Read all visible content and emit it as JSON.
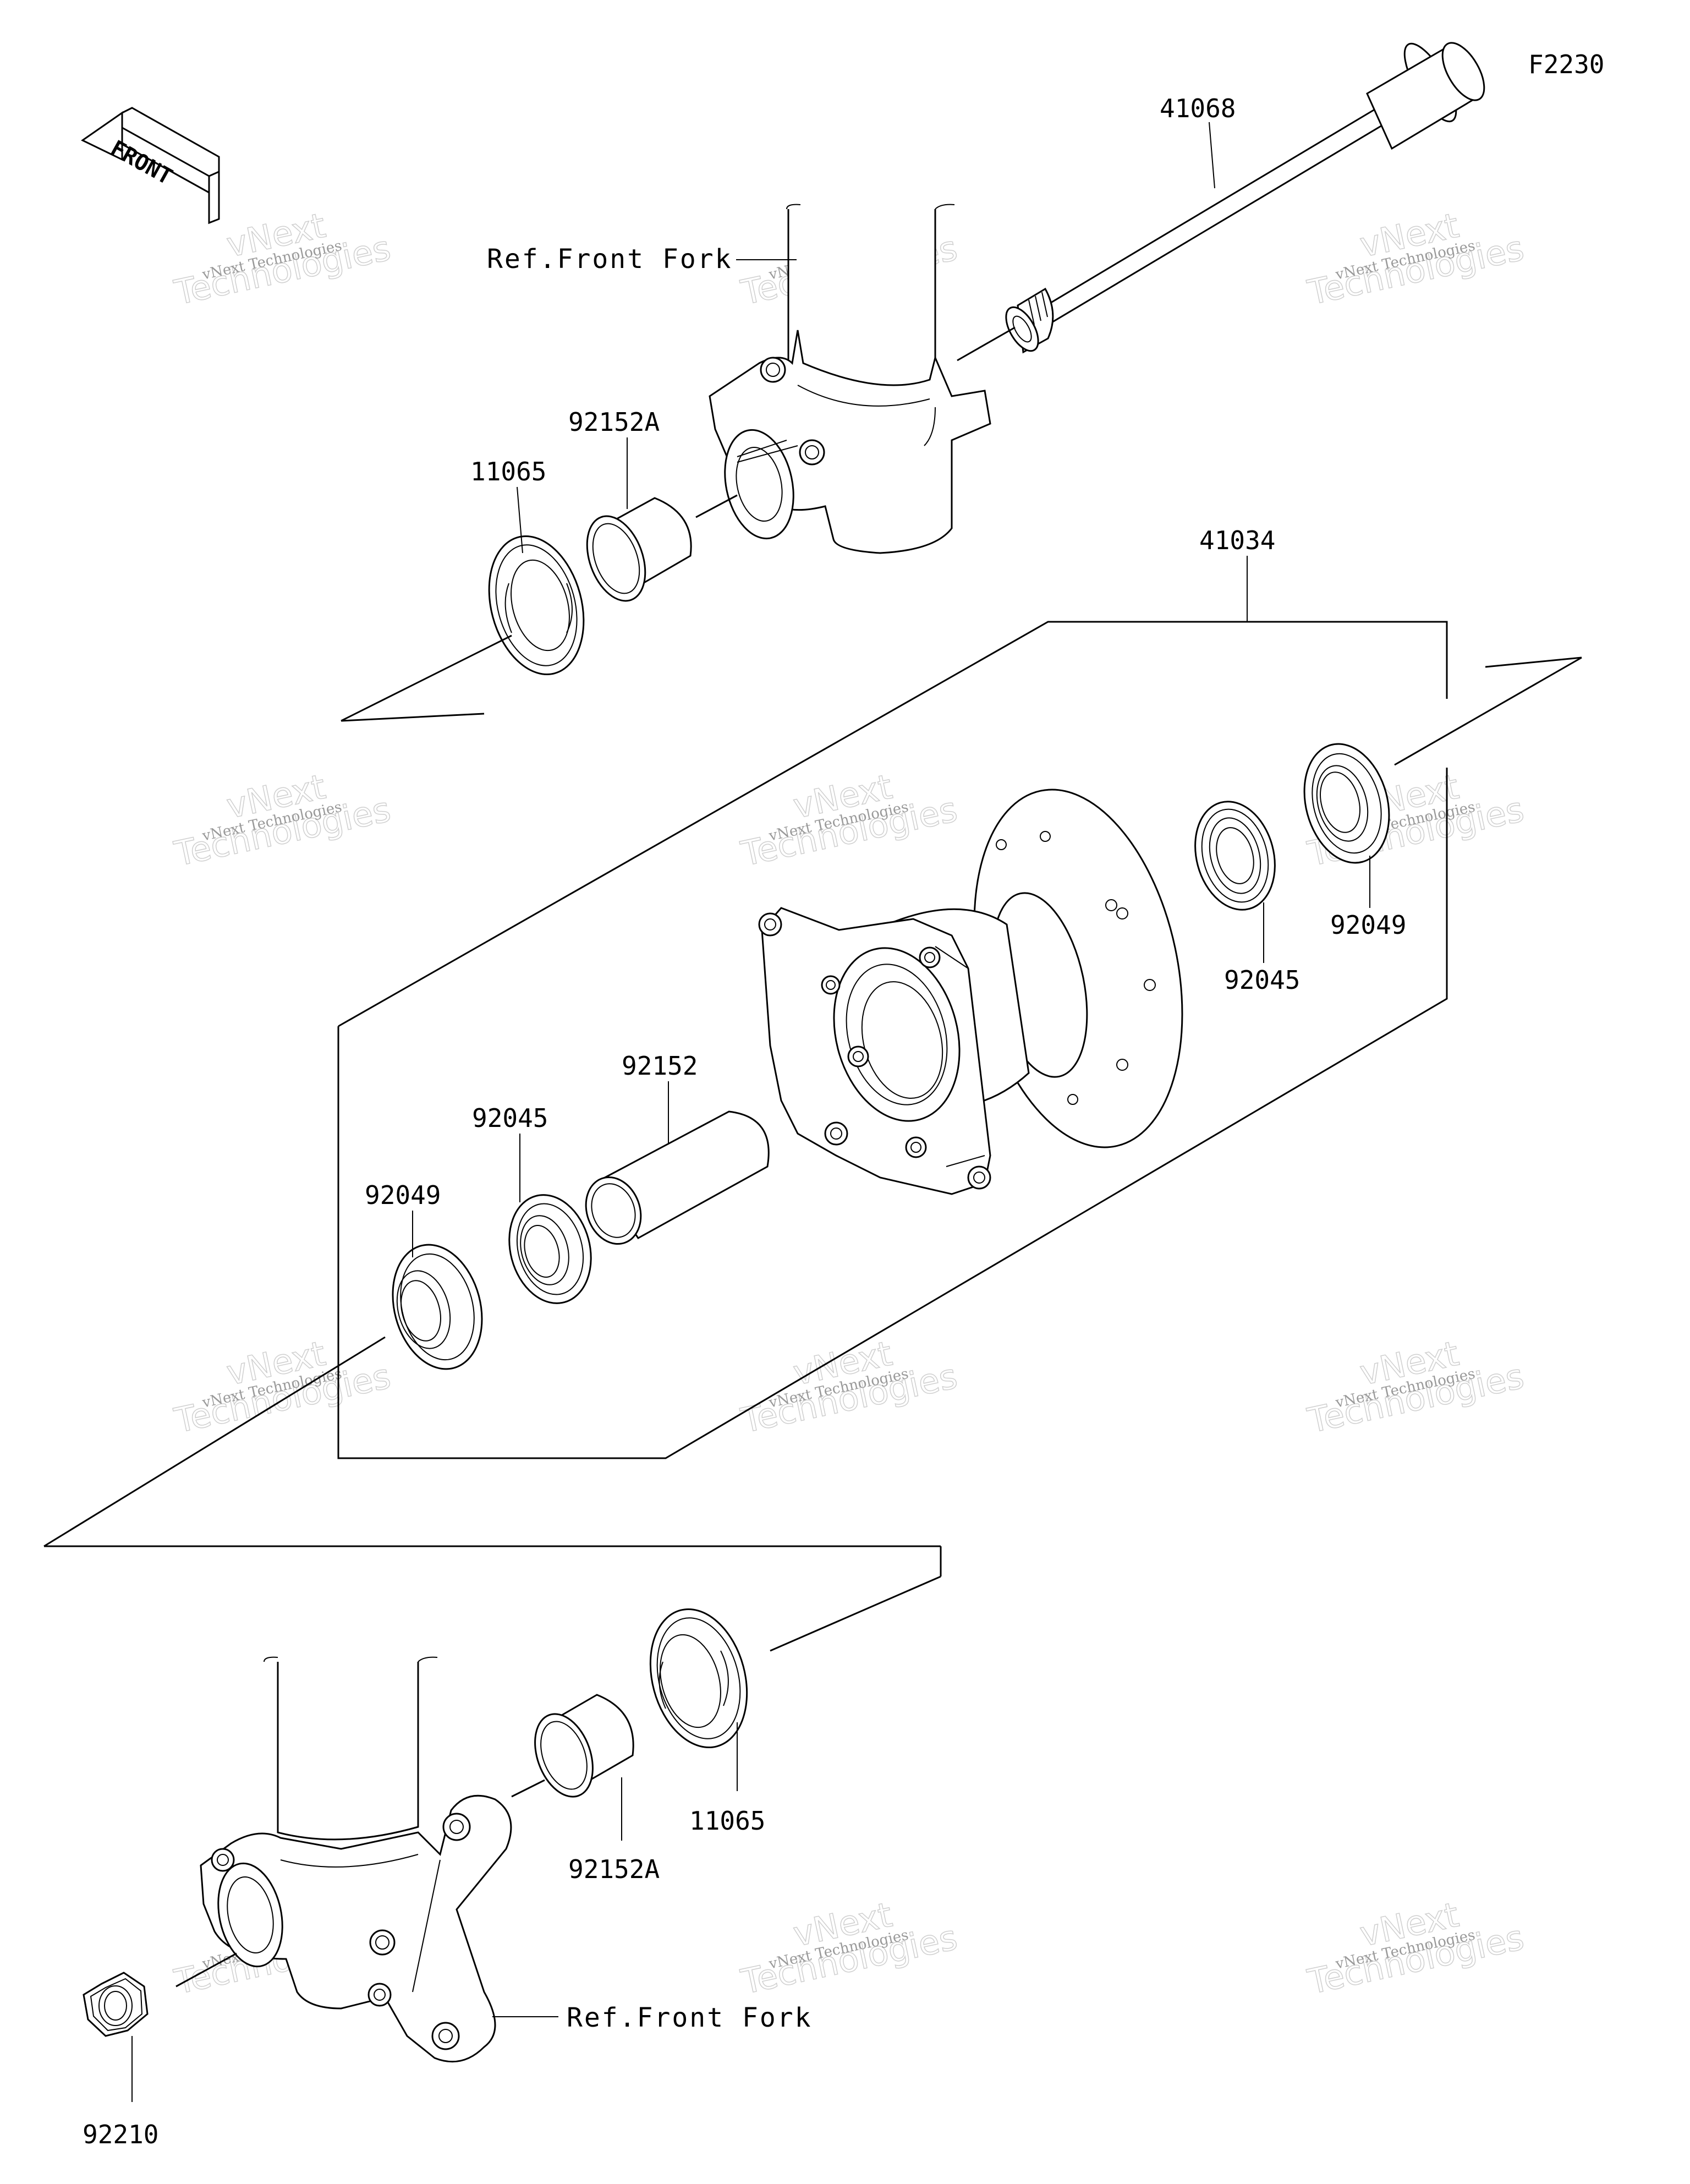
{
  "figure_code": "F2230",
  "front_arrow_text": "FRONT",
  "refs": {
    "front_fork_upper": "Ref.Front Fork",
    "front_fork_lower": "Ref.Front Fork"
  },
  "parts": {
    "axle": "41068",
    "hub_assembly": "41034",
    "collar_upper": "92152A",
    "cover_upper": "11065",
    "bearing_right": "92045",
    "oil_seal_right": "92049",
    "sleeve_center": "92152",
    "bearing_left": "92045",
    "oil_seal_left": "92049",
    "collar_lower": "92152A",
    "cover_lower": "11065",
    "axle_nut": "92210"
  },
  "watermark": {
    "small": "vNext Technologies",
    "big_line1": "vNext",
    "big_line2": "Technologies"
  }
}
